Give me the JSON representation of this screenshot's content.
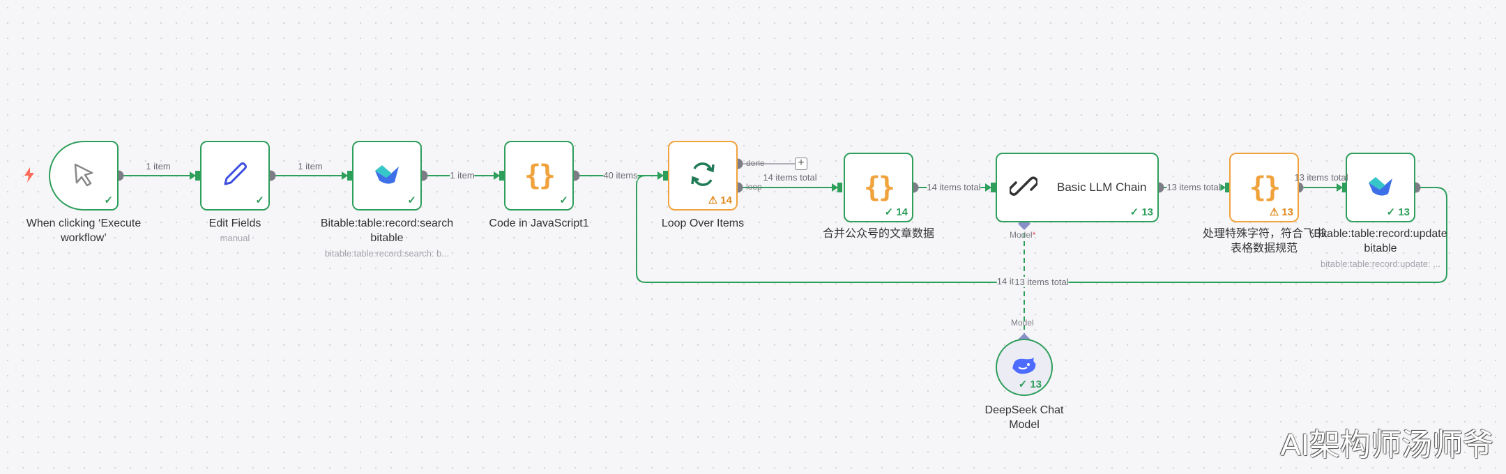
{
  "nodes": {
    "trigger": {
      "label": "When clicking ‘Execute workflow’",
      "status": "✓"
    },
    "edit_fields": {
      "label": "Edit Fields",
      "sub": "manual",
      "status": "✓"
    },
    "bitable_search": {
      "label": "Bitable:table:record:search bitable",
      "sub": "bitable:table:record:search: b...",
      "status": "✓"
    },
    "code_js1": {
      "label": "Code in JavaScript1",
      "status": "✓"
    },
    "loop": {
      "label": "Loop Over Items",
      "status": "⚠ 14",
      "done_label": "done",
      "loop_label": "loop"
    },
    "merge_code": {
      "label": "合并公众号的文章数据",
      "status": "✓ 14"
    },
    "llm_chain": {
      "label": "Basic LLM Chain",
      "status": "✓ 13",
      "model_port": "Model"
    },
    "special_chars": {
      "label": "处理特殊字符，符合飞书表格数据规范",
      "status": "⚠ 13"
    },
    "bitable_update": {
      "label": "Bitable:table:record:update bitable",
      "sub": "bitable:table:record:update: ...",
      "status": "✓ 13"
    },
    "deepseek": {
      "label": "DeepSeek Chat Model",
      "status": "✓ 13",
      "model_port": "Model"
    }
  },
  "edges": {
    "e1": "1 item",
    "e2": "1 item",
    "e3": "1 item",
    "e4": "40 items",
    "e5": "14 items total",
    "e6": "14 items total",
    "e7": "13 items total",
    "e8": "13 items total",
    "e9": "14 it",
    "e10": "13 items total"
  },
  "colors": {
    "success": "#2e9e5b",
    "warning": "#f0a33c",
    "wire": "#2e9e5b",
    "trigger": "#ff6d5a"
  },
  "watermark": "AI架构师汤师爷",
  "icons": {
    "trigger": "cursor-pointer-icon",
    "edit_fields": "pen-icon",
    "bitable": "lark-bitable-icon",
    "code": "code-braces-icon",
    "loop": "refresh-icon",
    "llm": "chain-link-icon",
    "deepseek": "whale-icon"
  }
}
